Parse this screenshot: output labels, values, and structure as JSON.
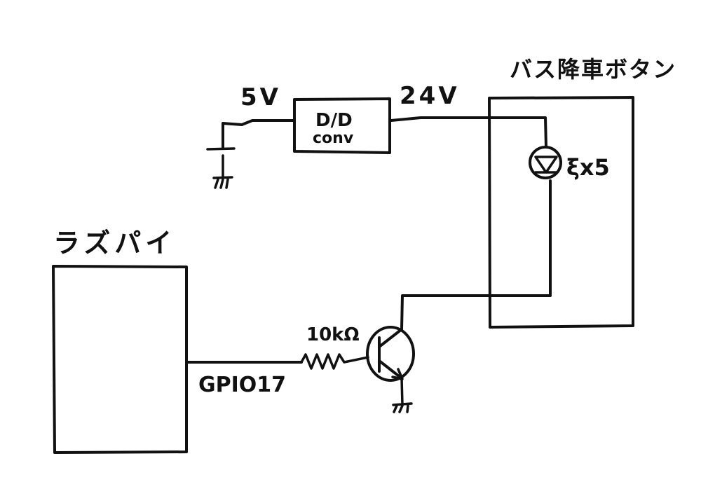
{
  "labels": {
    "raspberry_pi": "ラズパイ",
    "bus_button": "バス降車ボタン",
    "voltage_in": "5V",
    "voltage_out": "24V",
    "converter_line1": "D/D",
    "converter_line2": "conv",
    "led_count": "ξx5",
    "resistor": "10kΩ",
    "gpio": "GPIO17"
  }
}
